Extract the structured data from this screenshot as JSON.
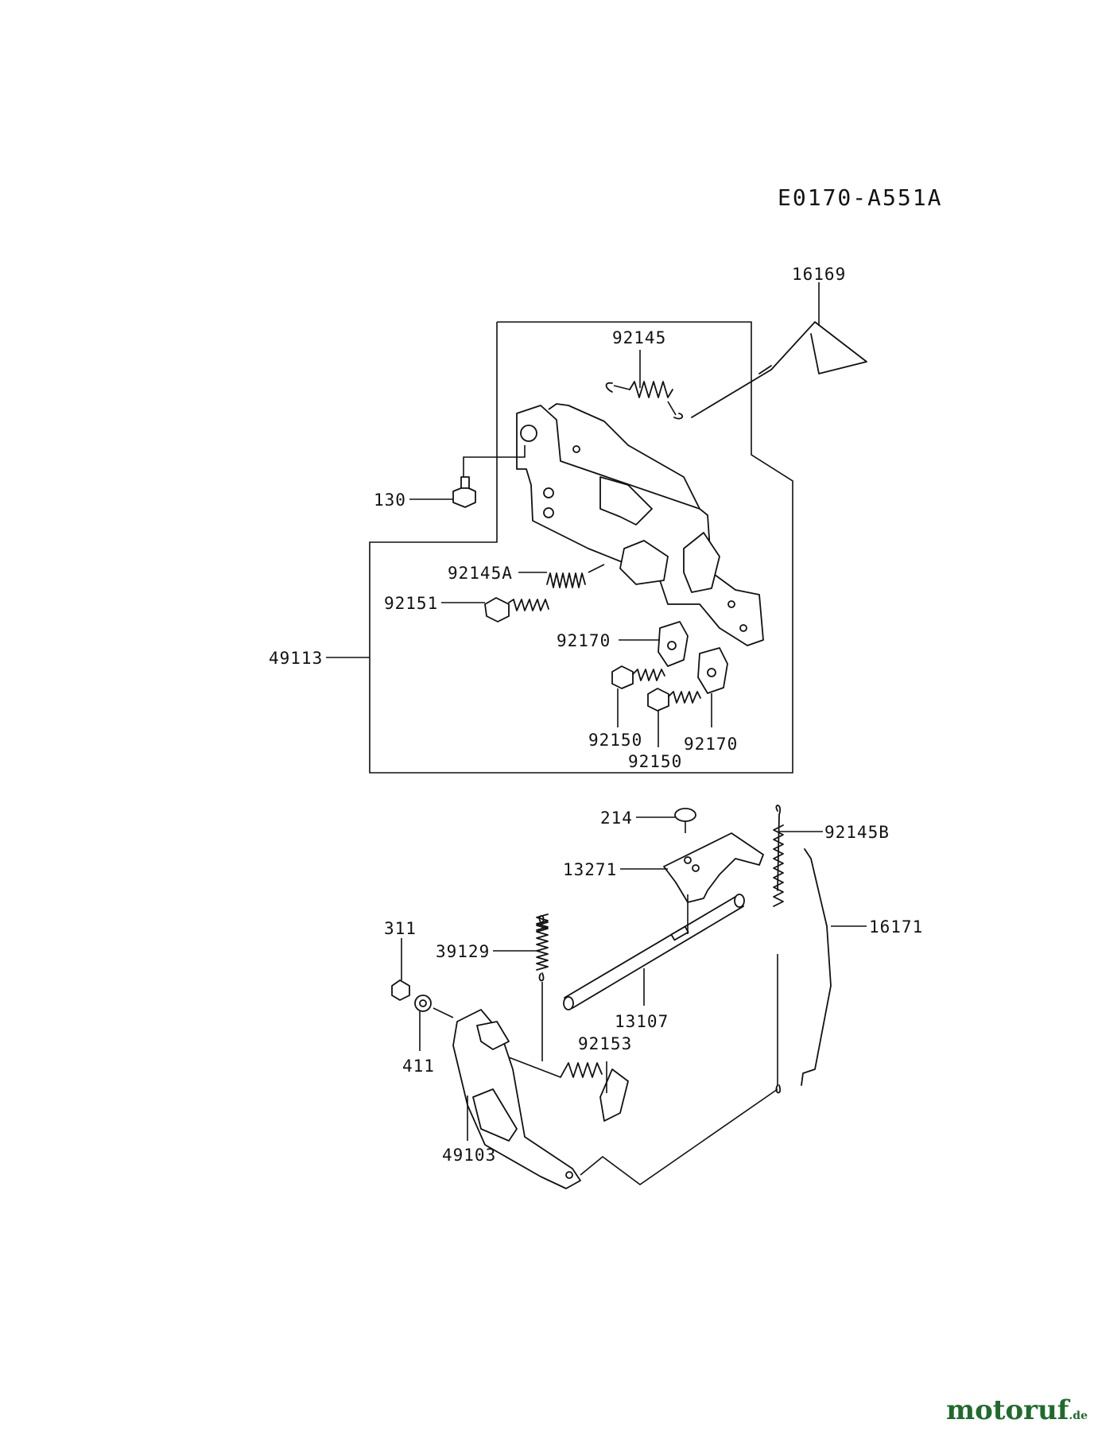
{
  "diagram_code": "E0170-A551A",
  "parts": {
    "p16169": "16169",
    "p92145": "92145",
    "p130": "130",
    "p92145A": "92145A",
    "p92151": "92151",
    "p49113": "49113",
    "p92170a": "92170",
    "p92150a": "92150",
    "p92150b": "92150",
    "p92170b": "92170",
    "p214": "214",
    "p92145B": "92145B",
    "p13271": "13271",
    "p16171": "16171",
    "p311": "311",
    "p39129": "39129",
    "p13107": "13107",
    "p92153": "92153",
    "p411": "411",
    "p49103": "49103"
  },
  "watermark": {
    "name": "motoruf",
    "suffix": ".de"
  },
  "colors": {
    "line": "#111111",
    "watermark": "#1f6b2c"
  }
}
